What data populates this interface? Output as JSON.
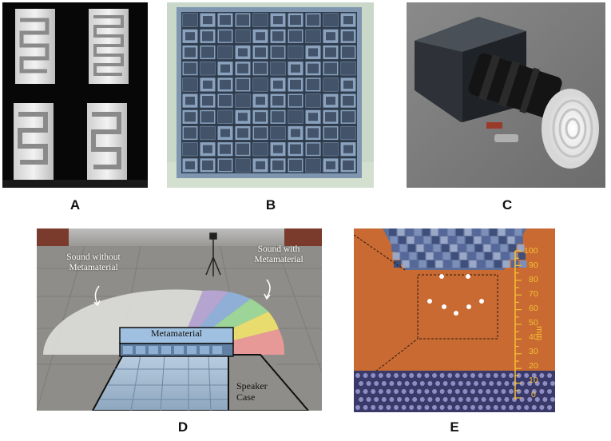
{
  "panels": [
    {
      "id": "A",
      "label": "A"
    },
    {
      "id": "B",
      "label": "B"
    },
    {
      "id": "C",
      "label": "C"
    },
    {
      "id": "D",
      "label": "D"
    },
    {
      "id": "E",
      "label": "E"
    }
  ],
  "panel_d": {
    "sound_without": "Sound without Metamaterial",
    "sound_with": "Sound with Metamaterial",
    "metamaterial": "Metamaterial",
    "speaker_case": "Speaker Case"
  },
  "panel_e": {
    "unit": "mm",
    "ticks": [
      "100",
      "90",
      "80",
      "70",
      "60",
      "50",
      "40",
      "30",
      "20",
      "10",
      "0"
    ]
  },
  "colors": {
    "background": "#ffffff",
    "panel_e_wall": "#c9692f",
    "scale": "#f4c033"
  }
}
